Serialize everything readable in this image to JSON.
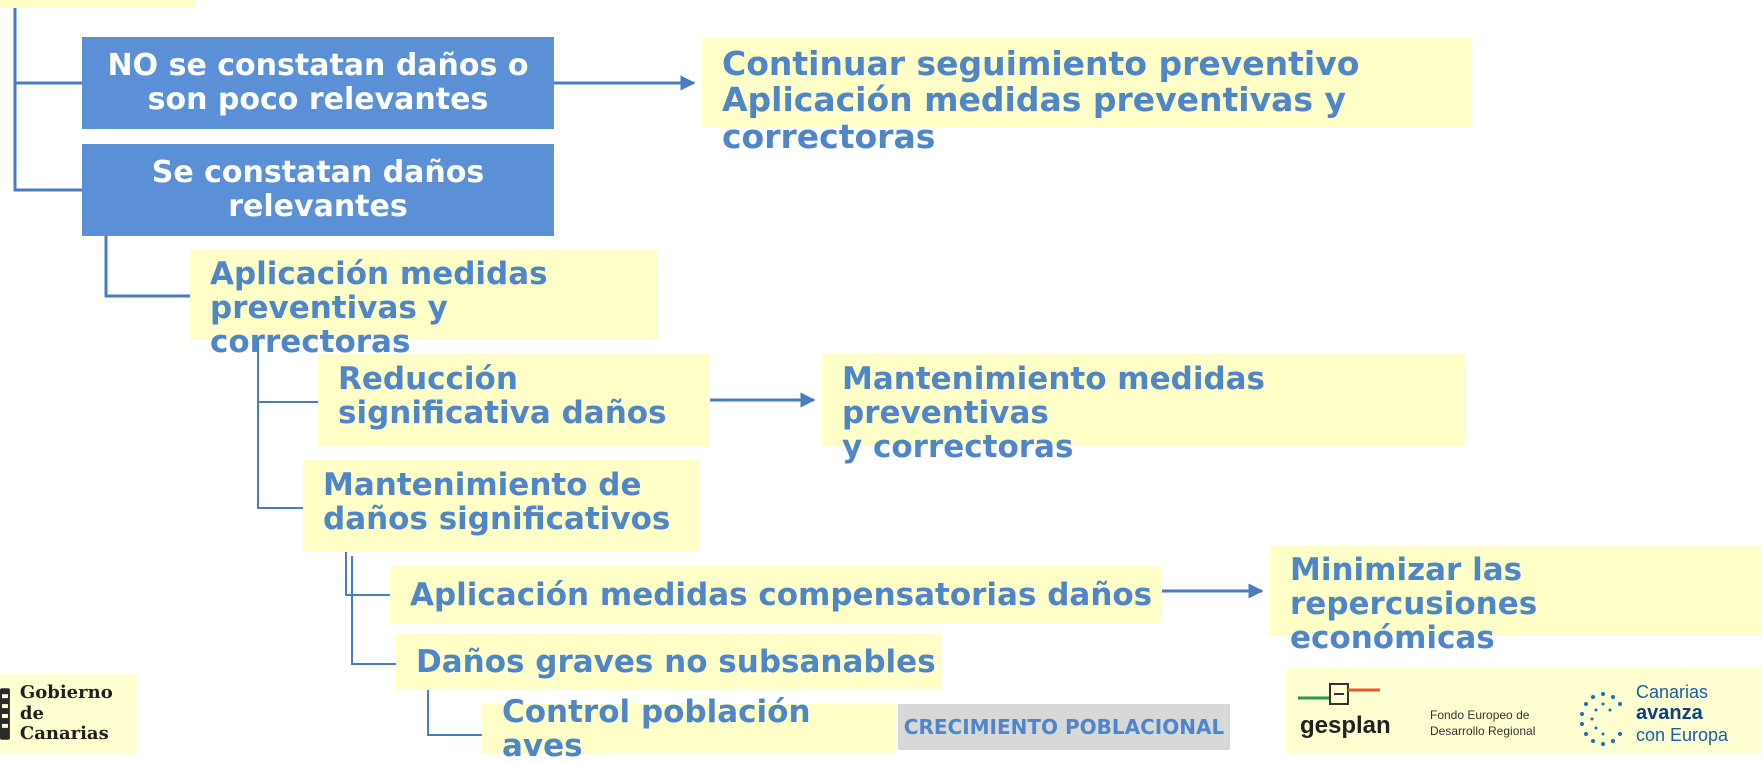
{
  "colors": {
    "blue": "#5b8fd6",
    "yellow": "#ffffc8",
    "text_blue": "#4f86c9",
    "line": "#4a7cc0"
  },
  "nodes": {
    "no_danos": [
      "NO  se constatan daños o",
      "son poco relevantes"
    ],
    "continuar": [
      "Continuar seguimiento preventivo",
      "Aplicación medidas preventivas y correctoras"
    ],
    "si_danos": [
      "Se constatan daños",
      "relevantes"
    ],
    "aplicacion": [
      "Aplicación medidas",
      "preventivas y correctoras"
    ],
    "reduccion": [
      "Reducción",
      "significativa daños"
    ],
    "mantenimiento_medidas": [
      "Mantenimiento medidas preventivas",
      "y correctoras"
    ],
    "mantenimiento_danos": [
      "Mantenimiento de",
      "daños significativos"
    ],
    "compensatorias": "Aplicación medidas compensatorias daños",
    "minimizar": [
      "Minimizar las repercusiones",
      "económicas"
    ],
    "graves": "Daños graves no subsanables",
    "control": "Control población aves",
    "crecimiento": "CRECIMIENTO POBLACIONAL"
  },
  "logos": {
    "gobierno": [
      "Gobierno",
      "de Canarias"
    ],
    "gesplan": "gesplan",
    "fondo": [
      "Fondo Europeo de",
      "Desarrollo Regional"
    ],
    "canarias": [
      "Canarias",
      "avanza",
      "con Europa"
    ]
  }
}
